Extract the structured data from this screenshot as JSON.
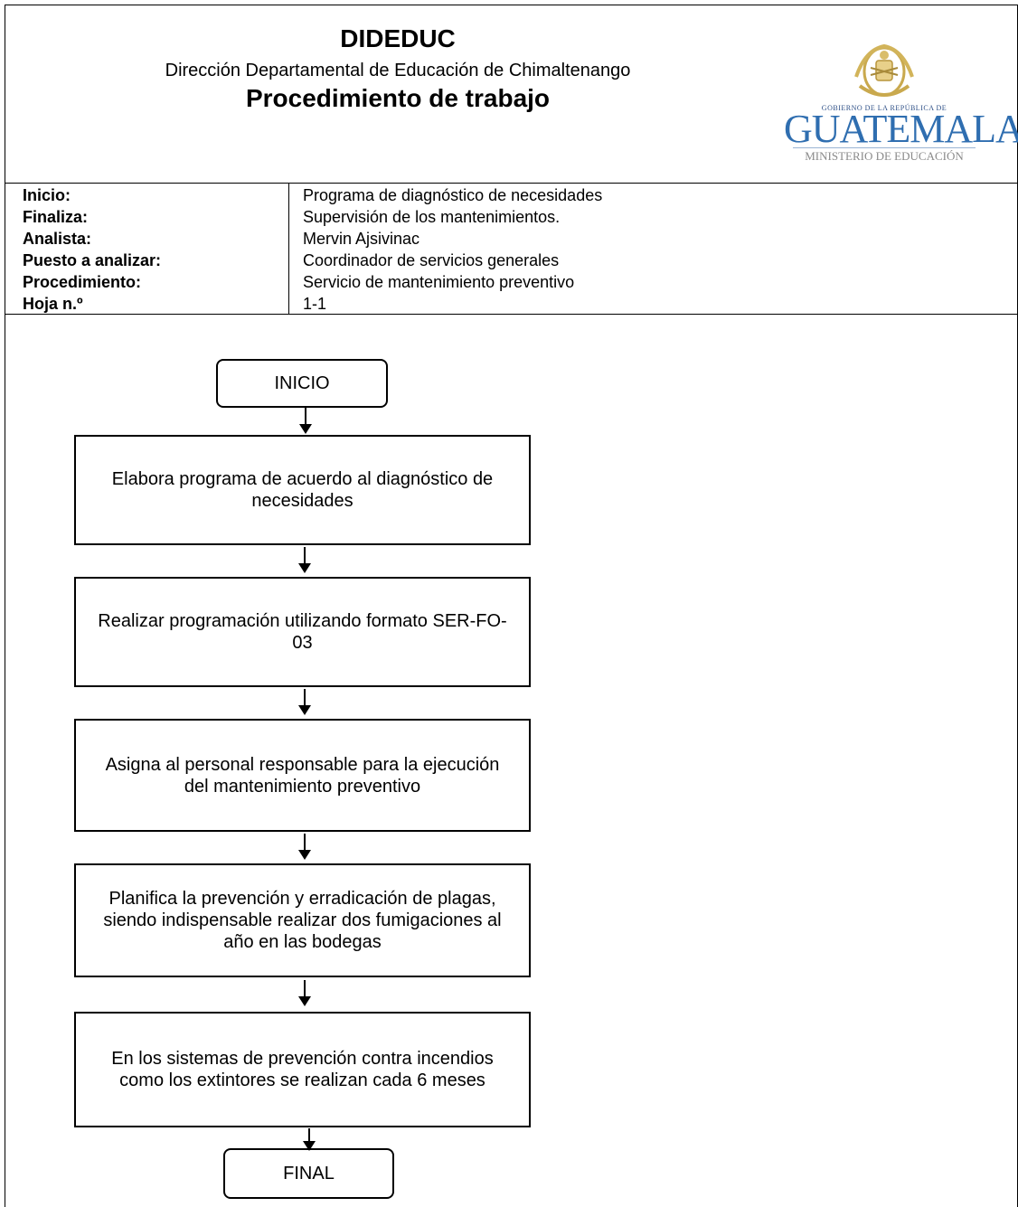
{
  "header": {
    "org": "DIDEDUC",
    "department": "Dirección Departamental de Educación de Chimaltenango",
    "title": "Procedimiento de trabajo",
    "logo": {
      "small_text": "GOBIERNO DE LA REPÚBLICA DE",
      "big_text": "GUATEMALA",
      "ministry": "MINISTERIO DE EDUCACIÓN"
    }
  },
  "info": [
    {
      "label": "Inicio:",
      "value": "Programa de diagnóstico de necesidades"
    },
    {
      "label": "Finaliza:",
      "value": "Supervisión de los mantenimientos."
    },
    {
      "label": "Analista:",
      "value": "Mervin Ajsivinac"
    },
    {
      "label": "Puesto a analizar:",
      "value": "Coordinador de servicios generales"
    },
    {
      "label": "Procedimiento:",
      "value": "Servicio de mantenimiento preventivo"
    },
    {
      "label": "Hoja n.º",
      "value": "1-1"
    }
  ],
  "flow": {
    "start": "INICIO",
    "steps": [
      "Elabora programa de acuerdo al diagnóstico de necesidades",
      "Realizar programación utilizando formato SER-FO-03",
      "Asigna al personal responsable para la ejecución del mantenimiento preventivo",
      "Planifica la prevención y erradicación de plagas, siendo indispensable realizar dos fumigaciones al año en las bodegas",
      "En los sistemas de prevención contra incendios como los extintores se realizan cada 6 meses"
    ],
    "end": "FINAL"
  }
}
